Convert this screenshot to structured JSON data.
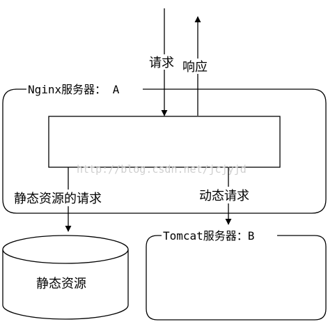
{
  "labels": {
    "request": "请求",
    "response": "响应",
    "nginx_server": "Nginx服务器： A",
    "static_request": "静态资源的请求",
    "dynamic_request": "动态请求",
    "static_resources": "静态资源",
    "tomcat_server": "Tomcat服务器：B"
  },
  "watermark": "http://blog.csdn.net/jcjyjd",
  "colors": {
    "line": "#000000",
    "background": "#ffffff",
    "watermark": "#cfcfcf"
  }
}
